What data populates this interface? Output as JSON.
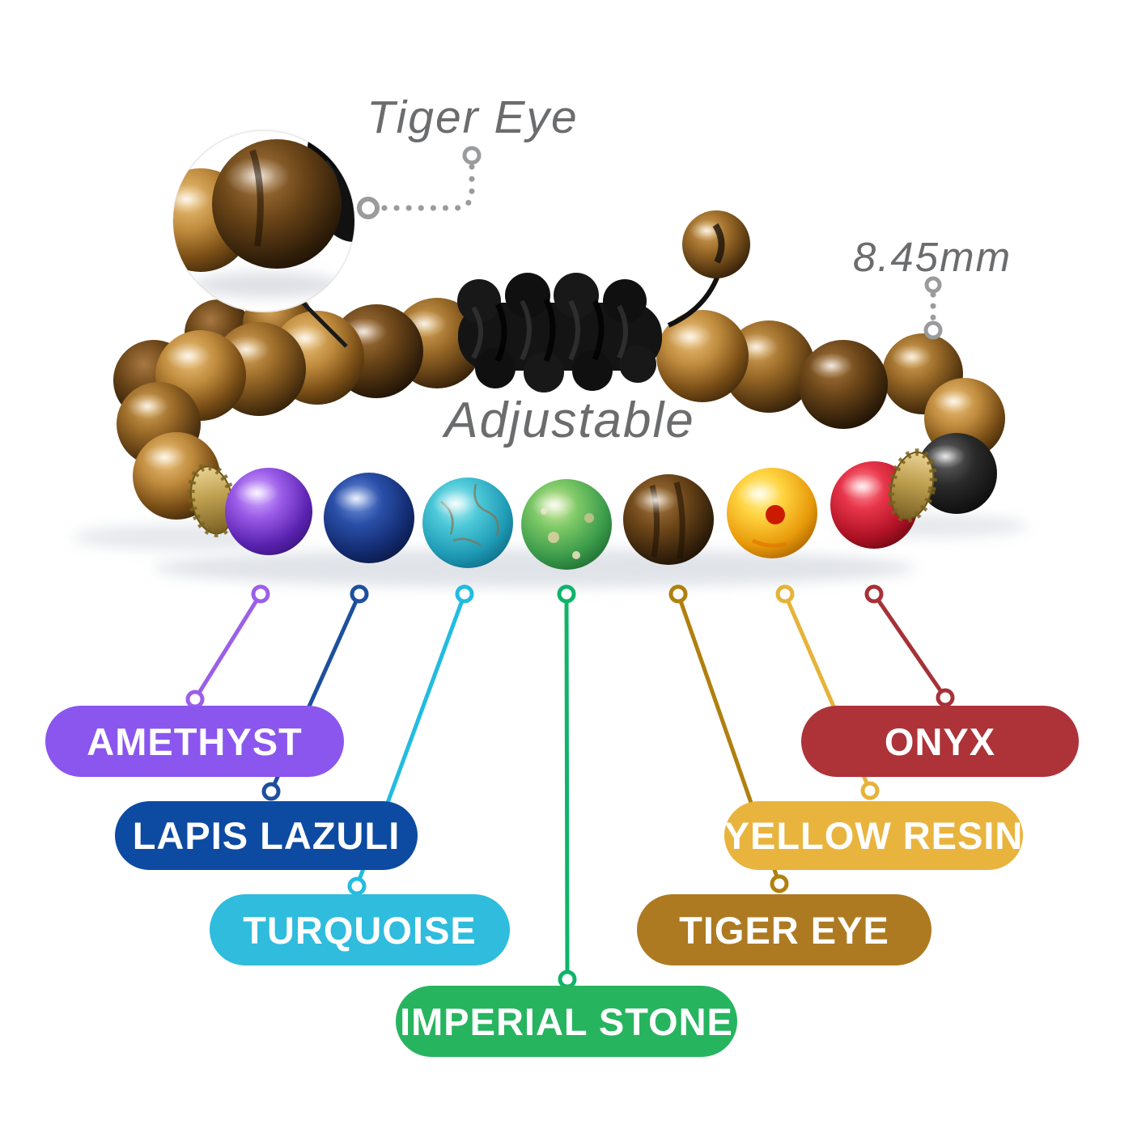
{
  "annotations": {
    "magnified_bead_label": "Tiger Eye",
    "bead_size": "8.45mm",
    "band_note": "Adjustable",
    "text_color": "#6b6c6e"
  },
  "callouts": [
    {
      "id": "amethyst",
      "label": "AMETHYST",
      "pill_color": "#8a56ee",
      "line_color": "#9b5fe8"
    },
    {
      "id": "lapis-lazuli",
      "label": "LAPIS LAZULI",
      "pill_color": "#0d4aa2",
      "line_color": "#1d4f9e"
    },
    {
      "id": "turquoise",
      "label": "TURQUOISE",
      "pill_color": "#2fbcdd",
      "line_color": "#22bce0"
    },
    {
      "id": "imperial-stone",
      "label": "IMPERIAL STONE",
      "pill_color": "#27b45f",
      "line_color": "#0fb468"
    },
    {
      "id": "tiger-eye",
      "label": "TIGER EYE",
      "pill_color": "#ad7a22",
      "line_color": "#b0800f"
    },
    {
      "id": "yellow-resin",
      "label": "YELLOW RESIN",
      "pill_color": "#e9b43d",
      "line_color": "#e6b33a"
    },
    {
      "id": "onyx",
      "label": "ONYX",
      "pill_color": "#ad3338",
      "line_color": "#a53238"
    }
  ],
  "pill_text_color": "#ffffff"
}
